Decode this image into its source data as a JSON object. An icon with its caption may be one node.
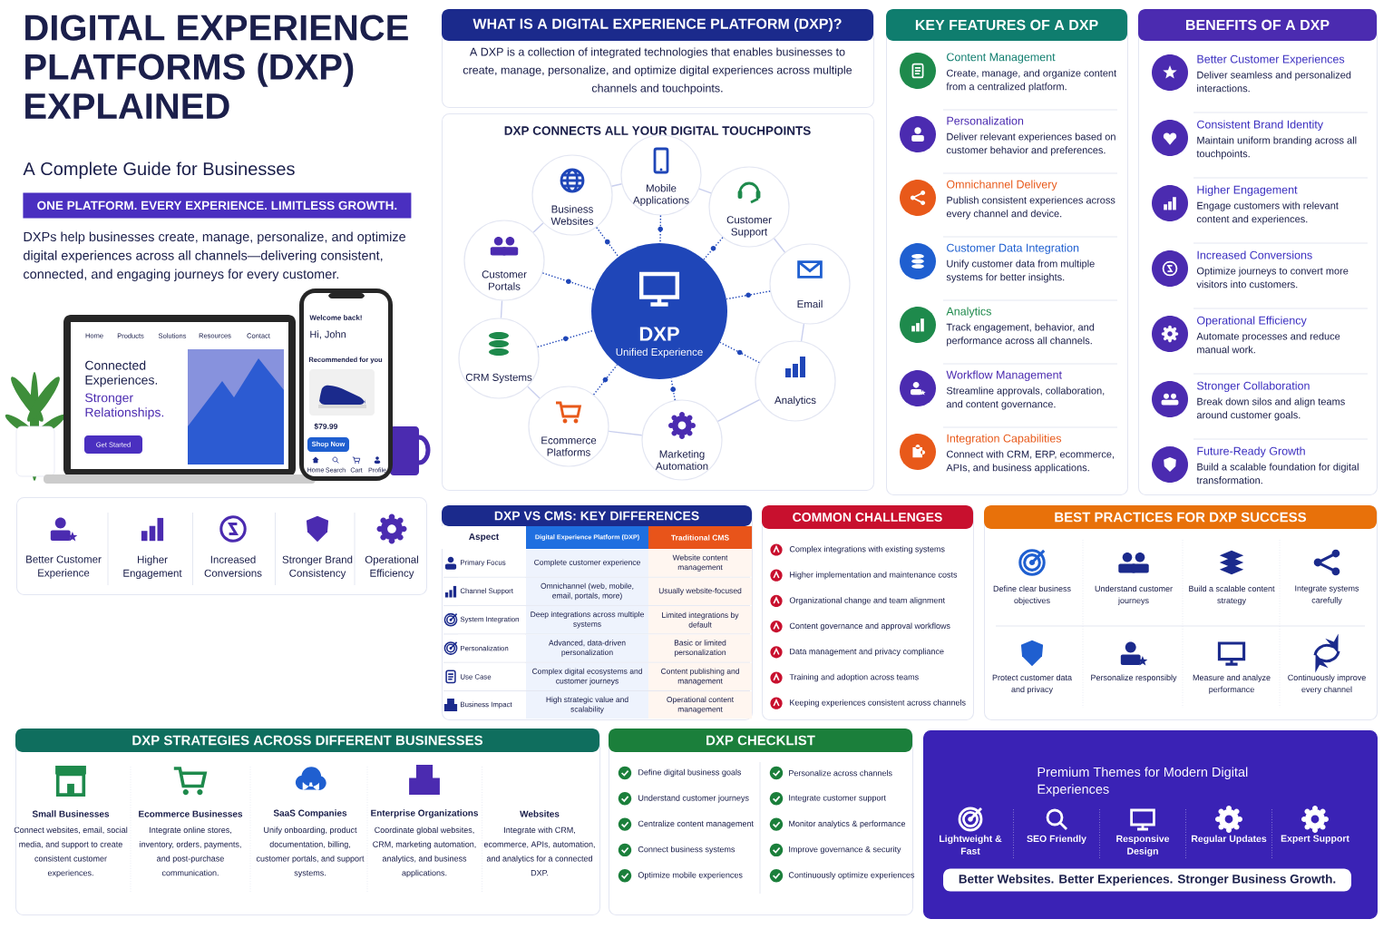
{
  "diagram": {
    "title": "DIGITAL EXPERIENCE PLATFORMS (DXP) EXPLAINED",
    "nodes": [
      {
        "text": [
          "ONE PLATFORM. EVERY EXPERIENCE. LIMITLESS GROWTH."
        ]
      },
      {
        "text": [
          "WHAT IS A DIGITAL EXPERIENCE PLATFORM (DXP)?",
          "A DXP is a collection of integrated technologies that enables businesses to create, manage, personalize, and optimize digital experiences across multiple channels and touchpoints."
        ]
      },
      {
        "text": [
          "DXP CONNECTS ALL YOUR DIGITAL TOUCHPOINTS"
        ]
      },
      {
        "text": [
          "DXP",
          "Unified Experience"
        ],
        "in": 2
      },
      {
        "text": [
          "Business Websites"
        ],
        "in": 2
      },
      {
        "text": [
          "Mobile Applications"
        ],
        "in": 2
      },
      {
        "text": [
          "Customer Support"
        ],
        "in": 2
      },
      {
        "text": [
          "Email"
        ],
        "in": 2
      },
      {
        "text": [
          "Analytics"
        ],
        "in": 2
      },
      {
        "text": [
          "Marketing Automation"
        ],
        "in": 2
      },
      {
        "text": [
          "Ecommerce Platforms"
        ],
        "in": 2
      },
      {
        "text": [
          "CRM Systems"
        ],
        "in": 2
      },
      {
        "text": [
          "Customer Portals"
        ],
        "in": 2
      },
      {
        "text": [
          "KEY FEATURES OF A DXP",
          "Content Management",
          "Create, manage, and organize content from a centralized platform.",
          "Personalization",
          "Deliver relevant experiences based on customer behavior and preferences.",
          "Omnichannel Delivery",
          "Publish consistent experiences across every channel and device.",
          "Customer Data Integration",
          "Unify customer data from multiple systems for better insights.",
          "Analytics",
          "Track engagement, behavior, and performance across all channels.",
          "Workflow Management",
          "Streamline approvals, collaboration, and content governance.",
          "Integration Capabilities",
          "Connect with CRM, ERP, ecommerce, APIs, and business applications."
        ]
      },
      {
        "text": [
          "BENEFITS OF A DXP",
          "Better Customer Experiences",
          "Deliver seamless and personalized interactions.",
          "Consistent Brand Identity",
          "Maintain uniform branding across all touchpoints.",
          "Higher Engagement",
          "Engage customers with relevant content and experiences.",
          "Increased Conversions",
          "Optimize journeys to convert more visitors into customers.",
          "Operational Efficiency",
          "Automate processes and reduce manual work.",
          "Stronger Collaboration",
          "Break down silos and align teams around customer goals.",
          "Future-Ready Growth",
          "Build a scalable foundation for digital transformation."
        ]
      },
      {
        "text": [
          "Better Customer Experience",
          "Higher Engagement",
          "Increased Conversions",
          "Stronger Brand Consistency",
          "Operational Efficiency"
        ]
      },
      {
        "text": [
          "DXP VS CMS: KEY DIFFERENCES",
          "Aspect",
          "Digital Experience Platform (DXP)",
          "Traditional CMS",
          "Primary Focus",
          "Complete customer experience",
          "Website content management",
          "Channel Support",
          "Omnichannel (web, mobile, email, portals, more)",
          "Usually website-focused",
          "System Integration",
          "Deep integrations across multiple systems",
          "Limited integrations by default",
          "Personalization",
          "Advanced, data-driven personalization",
          "Basic or limited personalization",
          "Use Case",
          "Complex digital ecosystems and customer journeys",
          "Content publishing and management",
          "Business Impact",
          "High strategic value and scalability",
          "Operational content management"
        ]
      },
      {
        "text": [
          "COMMON CHALLENGES",
          "Complex integrations with existing systems",
          "Higher implementation and maintenance costs",
          "Organizational change and team alignment",
          "Content governance and approval workflows",
          "Data management and privacy compliance",
          "Training and adoption across teams",
          "Keeping experiences consistent across channels"
        ]
      },
      {
        "text": [
          "BEST PRACTICES FOR DXP SUCCESS",
          "Define clear business objectives",
          "Understand customer journeys",
          "Build a scalable content strategy",
          "Integrate systems carefully",
          "Protect customer data and privacy",
          "Personalize responsibly",
          "Measure and analyze performance",
          "Continuously improve every channel"
        ]
      },
      {
        "text": [
          "DXP STRATEGIES ACROSS DIFFERENT BUSINESSES",
          "Small Businesses",
          "Connect websites, email, social media, and support to create consistent customer experiences.",
          "Ecommerce Businesses",
          "Integrate online stores, inventory, orders, payments, and post-purchase communication.",
          "SaaS Companies",
          "Unify onboarding, product documentation, billing, customer portals, and support systems.",
          "Enterprise Organizations",
          "Coordinate global websites, CRM, marketing automation, analytics, and business applications.",
          "Websites",
          "Integrate with CRM, ecommerce, APIs, automation, and analytics for a connected DXP."
        ]
      },
      {
        "text": [
          "DXP CHECKLIST",
          "Define digital business goals",
          "Understand customer journeys",
          "Centralize content management",
          "Connect business systems",
          "Optimize mobile experiences",
          "Personalize across channels",
          "Integrate customer support",
          "Monitor analytics & performance",
          "Improve governance & security",
          "Continuously optimize experiences"
        ]
      },
      {
        "text": [
          "Premium Themes for Modern Digital Experiences",
          "Lightweight & Fast",
          "SEO Friendly",
          "Responsive Design",
          "Regular Updates",
          "Expert Support",
          "Better Websites. Better Experiences. Stronger Business Growth."
        ]
      }
    ],
    "edges": [
      {
        "from": 4,
        "to": 3,
        "arrow": "none",
        "style": "dashed"
      },
      {
        "from": 5,
        "to": 3,
        "arrow": "none",
        "style": "dashed"
      },
      {
        "from": 6,
        "to": 3,
        "arrow": "none",
        "style": "dashed"
      },
      {
        "from": 7,
        "to": 3,
        "arrow": "none",
        "style": "dashed"
      },
      {
        "from": 8,
        "to": 3,
        "arrow": "none",
        "style": "dashed"
      },
      {
        "from": 9,
        "to": 3,
        "arrow": "none",
        "style": "dashed"
      },
      {
        "from": 10,
        "to": 3,
        "arrow": "none",
        "style": "dashed"
      },
      {
        "from": 11,
        "to": 3,
        "arrow": "none",
        "style": "dashed"
      },
      {
        "from": 12,
        "to": 3,
        "arrow": "none",
        "style": "dashed"
      },
      {
        "from": 4,
        "to": 5,
        "arrow": "none",
        "color": "#c9cfee"
      },
      {
        "from": 5,
        "to": 6,
        "arrow": "none",
        "color": "#c9cfee"
      },
      {
        "from": 6,
        "to": 7,
        "arrow": "none",
        "color": "#c9cfee"
      },
      {
        "from": 7,
        "to": 8,
        "arrow": "none",
        "color": "#c9cfee"
      },
      {
        "from": 8,
        "to": 9,
        "arrow": "none",
        "color": "#c9cfee"
      },
      {
        "from": 9,
        "to": 10,
        "arrow": "none",
        "color": "#c9cfee"
      },
      {
        "from": 10,
        "to": 11,
        "arrow": "none",
        "color": "#c9cfee"
      },
      {
        "from": 11,
        "to": 12,
        "arrow": "none",
        "color": "#c9cfee"
      },
      {
        "from": 12,
        "to": 4,
        "arrow": "none",
        "color": "#c9cfee"
      }
    ],
    "labels": [
      "A Complete Guide for Businesses",
      "DXPs help businesses create, manage, personalize, and optimize digital experiences across all channels—delivering consistent, connected, and engaging journeys for every customer.",
      "Home",
      "Products",
      "Solutions",
      "Resources",
      "Contact",
      "Connected Experiences.",
      "Stronger Relationships.",
      "Get Started",
      "Welcome back!",
      "Hi, John",
      "Recommended for you",
      "$79.99",
      "Shop Now",
      "Home",
      "Search",
      "Cart",
      "Profile"
    ]
  }
}
